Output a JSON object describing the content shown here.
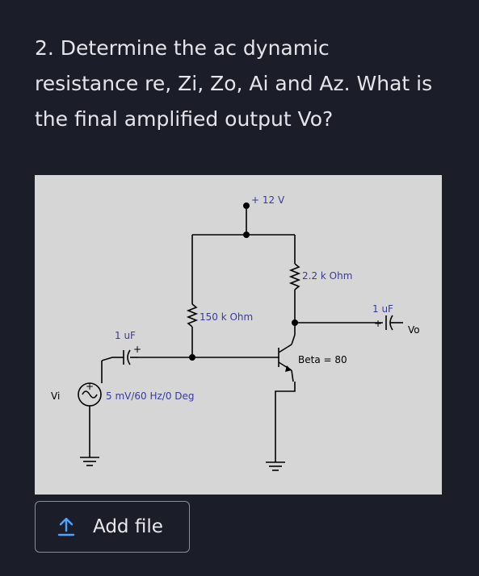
{
  "question": {
    "lines": [
      "2. Determine the ac dynamic",
      "resistance re, Zi, Zo, Ai and Az. What is",
      "the final amplified output Vo?"
    ]
  },
  "circuit": {
    "supply_label": "+ 12 V",
    "rc_label": "2.2 k Ohm",
    "rb_label": "150 k Ohm",
    "cin_label": "1 uF",
    "cout_label": "1 uF",
    "beta_label": "Beta = 80",
    "source_label": "5 mV/60 Hz/0 Deg",
    "vi_label": "Vi",
    "vo_label": "Vo",
    "plus_sign": "+"
  },
  "upload": {
    "label": "Add file",
    "icon": "upload-icon",
    "accent": "#4ea3ff"
  },
  "colors": {
    "background": "#1b1d29",
    "figure_bg": "#d6d6d6",
    "wire": "#000000",
    "label": "#3a3a9a"
  }
}
